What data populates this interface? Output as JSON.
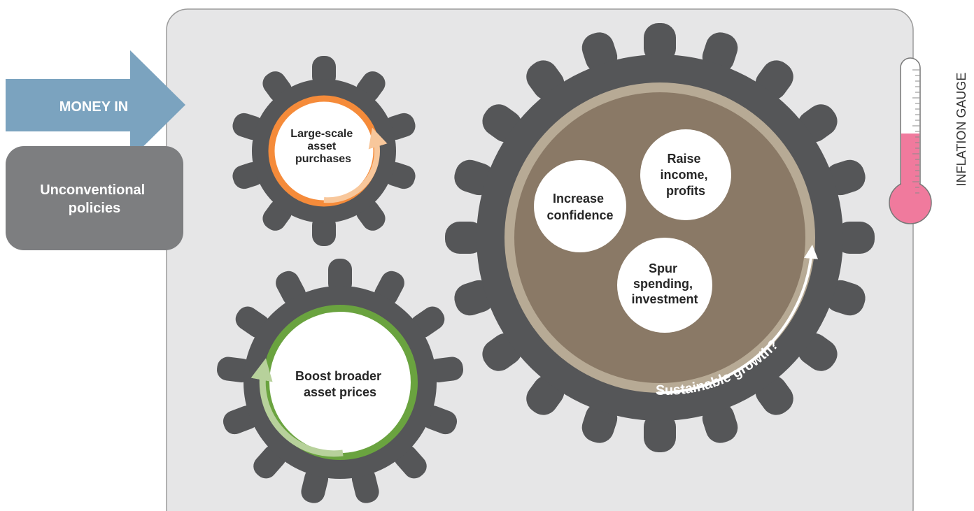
{
  "arrow_label": "MONEY IN",
  "policies_box": [
    "Unconventional",
    "policies"
  ],
  "gear_small": [
    "Large-scale",
    "asset",
    "purchases"
  ],
  "gear_medium": [
    "Boost broader",
    "asset prices"
  ],
  "bubbles": {
    "confidence": [
      "Increase",
      "confidence"
    ],
    "income": [
      "Raise",
      "income,",
      "profits"
    ],
    "spending": [
      "Spur",
      "spending,",
      "investment"
    ]
  },
  "growth_label": "Sustainable growth?",
  "gauge_label": "INFLATION GAUGE",
  "gauge_level": 0.46,
  "colors": {
    "gear": "#555658",
    "panel": "#e6e6e7",
    "panel_border": "#9b9b9b",
    "arrow": "#7ba3bf",
    "policies": "#7d7e80",
    "orange_ring": "#f58b3a",
    "orange_arrow": "#f8c79b",
    "green_ring": "#6aa33f",
    "green_arrow": "#b7d19b",
    "large_gear_face": "#8a7966",
    "large_gear_ring": "#b7aa95",
    "thermometer_fill": "#f07a9d"
  }
}
